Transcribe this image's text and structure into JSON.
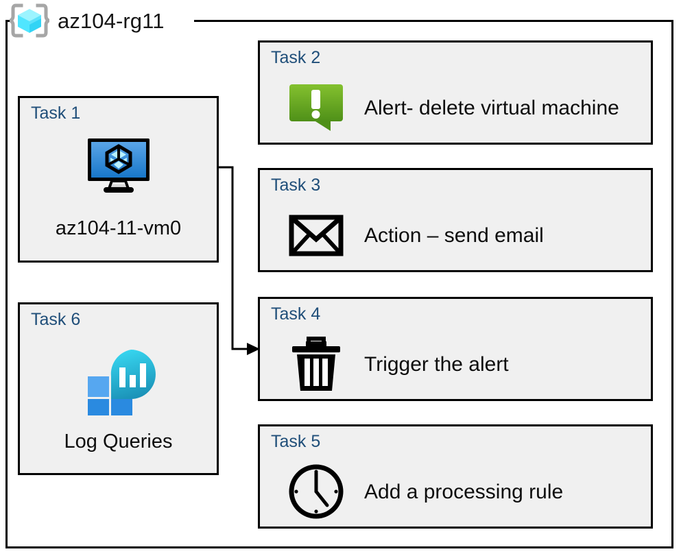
{
  "resource_group": {
    "name": "az104-rg11",
    "icon": "azure-resource-group-icon"
  },
  "colors": {
    "task_label": "#1F4E79",
    "box_fill": "#F0F0F0",
    "border": "#000000",
    "alert_green": "#76BC21",
    "vm_blue": "#2E8BDB",
    "rg_cyan": "#50E6FF",
    "log_analytics_cyan": "#32D4F5",
    "log_analytics_blue": "#2A8AE0"
  },
  "tasks": [
    {
      "id": "task1",
      "label": "Task 1",
      "caption": "az104-11-vm0",
      "icon": "virtual-machine-icon",
      "text": ""
    },
    {
      "id": "task2",
      "label": "Task 2",
      "text": "Alert- delete virtual machine",
      "icon": "alert-bubble-icon",
      "caption": ""
    },
    {
      "id": "task3",
      "label": "Task 3",
      "text": "Action – send email",
      "icon": "envelope-icon",
      "caption": ""
    },
    {
      "id": "task4",
      "label": "Task 4",
      "text": "Trigger the alert",
      "icon": "trash-can-icon",
      "caption": ""
    },
    {
      "id": "task5",
      "label": "Task 5",
      "text": "Add a processing rule",
      "icon": "clock-icon",
      "caption": ""
    },
    {
      "id": "task6",
      "label": "Task 6",
      "caption": "Log Queries",
      "icon": "log-analytics-icon",
      "text": ""
    }
  ],
  "connector": {
    "from": "task1-vm-icon",
    "to": "task4",
    "arrow": "arrowhead-right"
  }
}
